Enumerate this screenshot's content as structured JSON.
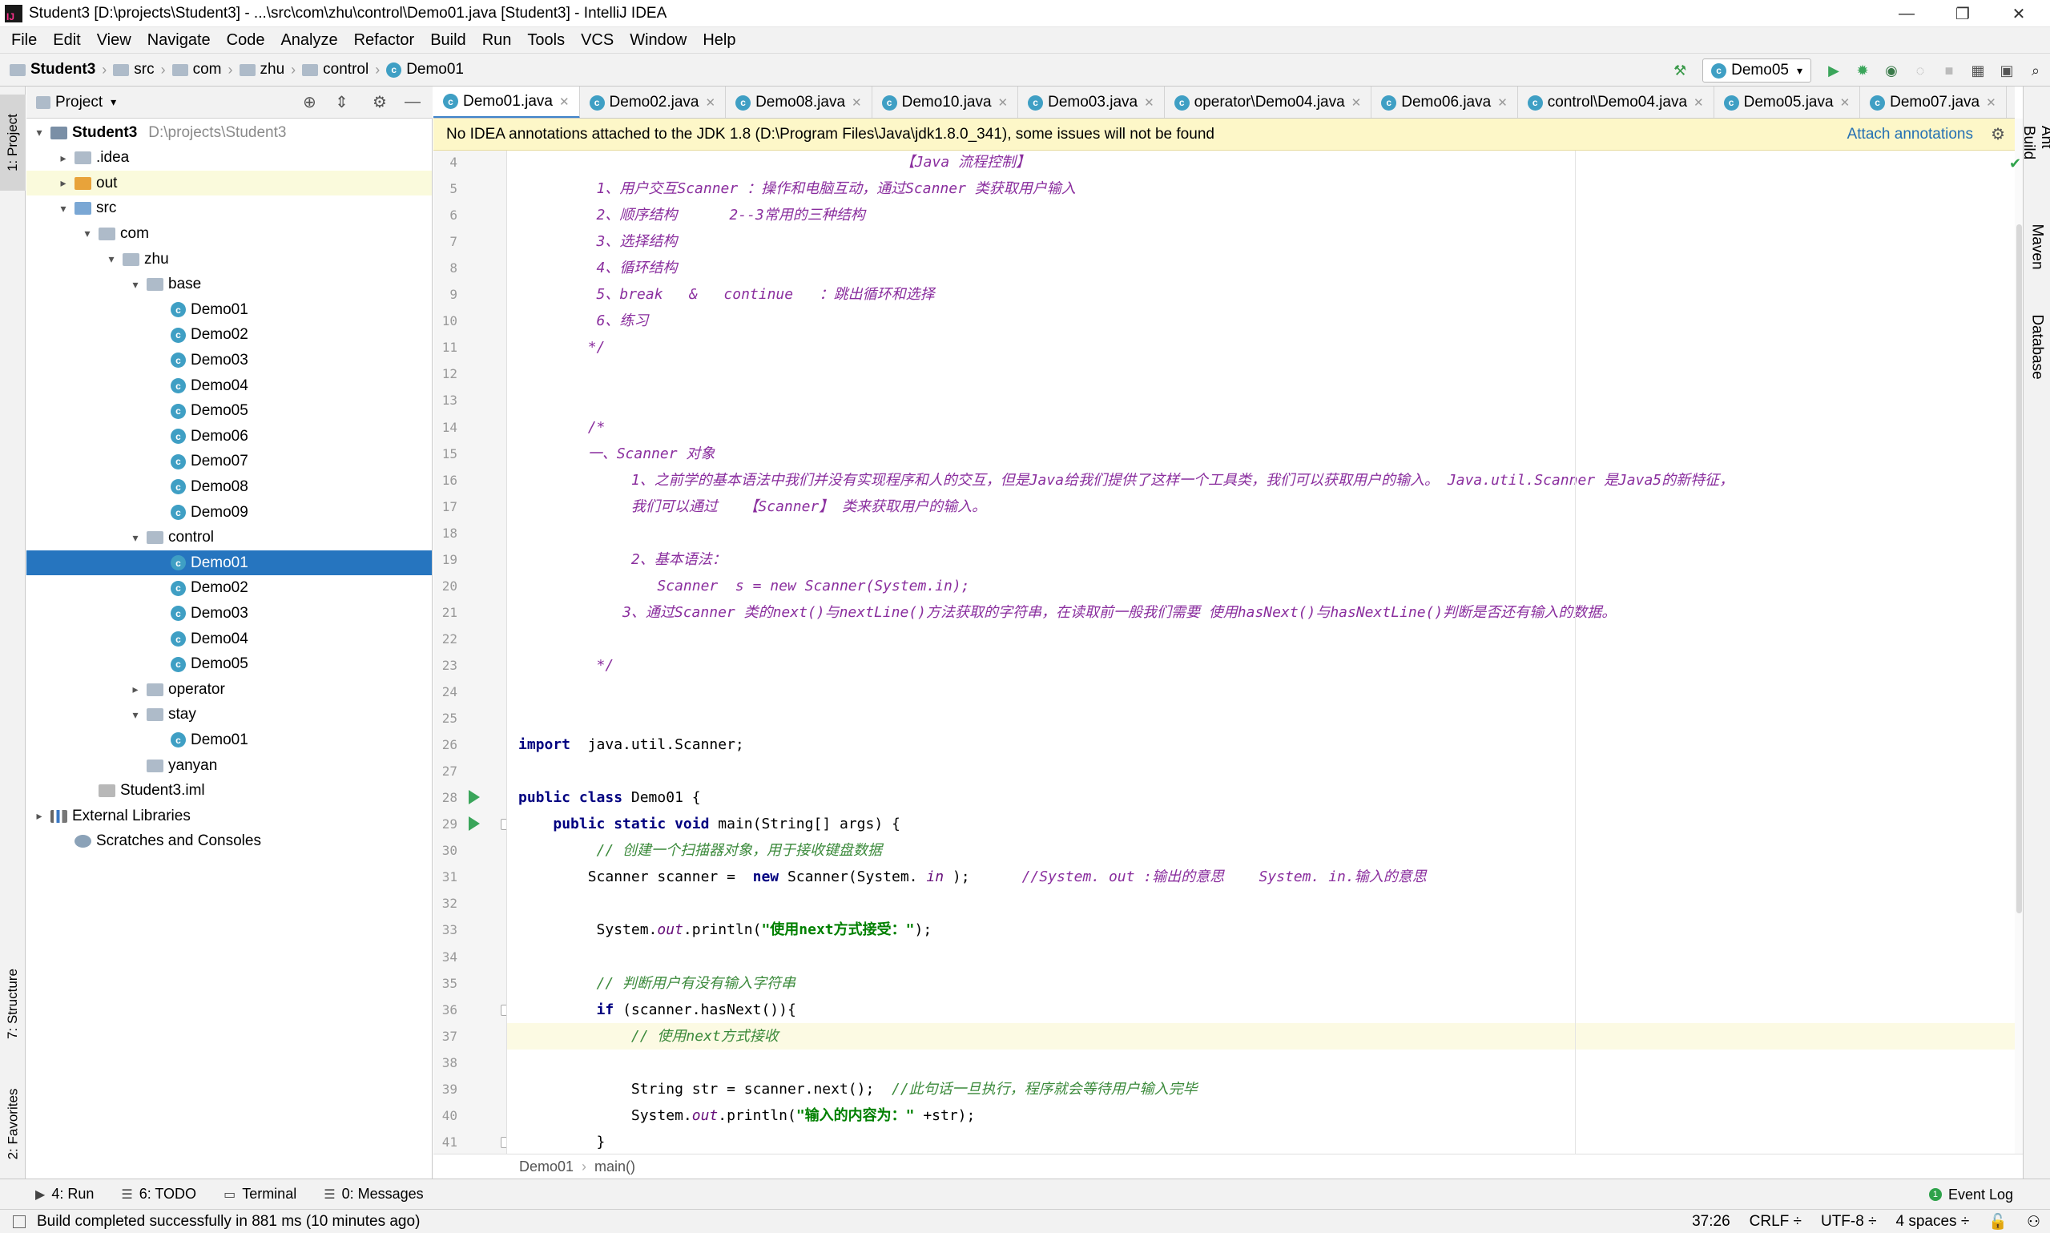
{
  "window": {
    "title": "Student3 [D:\\projects\\Student3] - ...\\src\\com\\zhu\\control\\Demo01.java [Student3] - IntelliJ IDEA",
    "minimize": "—",
    "maximize": "❐",
    "close": "✕"
  },
  "menu": [
    "File",
    "Edit",
    "View",
    "Navigate",
    "Code",
    "Analyze",
    "Refactor",
    "Build",
    "Run",
    "Tools",
    "VCS",
    "Window",
    "Help"
  ],
  "breadcrumb": [
    "Student3",
    "src",
    "com",
    "zhu",
    "control",
    "Demo01"
  ],
  "toolbar": {
    "run_config": "Demo05"
  },
  "left_tabs": {
    "project": "1: Project",
    "structure": "7: Structure",
    "favorites": "2: Favorites"
  },
  "right_tabs": {
    "ant": "Ant Build",
    "maven": "Maven",
    "database": "Database"
  },
  "project_panel": {
    "title": "Project"
  },
  "tree": [
    {
      "label": "Student3",
      "path": "D:\\projects\\Student3",
      "indent": 0,
      "arrow": "▾",
      "icon": "module",
      "bold": true
    },
    {
      "label": ".idea",
      "indent": 1,
      "arrow": "▸",
      "icon": "folder"
    },
    {
      "label": "out",
      "indent": 1,
      "arrow": "▸",
      "icon": "orange",
      "hl": true
    },
    {
      "label": "src",
      "indent": 1,
      "arrow": "▾",
      "icon": "blue"
    },
    {
      "label": "com",
      "indent": 2,
      "arrow": "▾",
      "icon": "folder"
    },
    {
      "label": "zhu",
      "indent": 3,
      "arrow": "▾",
      "icon": "folder"
    },
    {
      "label": "base",
      "indent": 4,
      "arrow": "▾",
      "icon": "folder"
    },
    {
      "label": "Demo01",
      "indent": 5,
      "icon": "class"
    },
    {
      "label": "Demo02",
      "indent": 5,
      "icon": "class"
    },
    {
      "label": "Demo03",
      "indent": 5,
      "icon": "class"
    },
    {
      "label": "Demo04",
      "indent": 5,
      "icon": "class"
    },
    {
      "label": "Demo05",
      "indent": 5,
      "icon": "class"
    },
    {
      "label": "Demo06",
      "indent": 5,
      "icon": "class"
    },
    {
      "label": "Demo07",
      "indent": 5,
      "icon": "class"
    },
    {
      "label": "Demo08",
      "indent": 5,
      "icon": "class"
    },
    {
      "label": "Demo09",
      "indent": 5,
      "icon": "class"
    },
    {
      "label": "control",
      "indent": 4,
      "arrow": "▾",
      "icon": "folder"
    },
    {
      "label": "Demo01",
      "indent": 5,
      "icon": "class",
      "selected": true
    },
    {
      "label": "Demo02",
      "indent": 5,
      "icon": "class"
    },
    {
      "label": "Demo03",
      "indent": 5,
      "icon": "class"
    },
    {
      "label": "Demo04",
      "indent": 5,
      "icon": "class"
    },
    {
      "label": "Demo05",
      "indent": 5,
      "icon": "class"
    },
    {
      "label": "operator",
      "indent": 4,
      "arrow": "▸",
      "icon": "folder"
    },
    {
      "label": "stay",
      "indent": 4,
      "arrow": "▾",
      "icon": "folder"
    },
    {
      "label": "Demo01",
      "indent": 5,
      "icon": "class"
    },
    {
      "label": "yanyan",
      "indent": 4,
      "icon": "folder"
    },
    {
      "label": "Student3.iml",
      "indent": 2,
      "icon": "iml"
    },
    {
      "label": "External Libraries",
      "indent": 0,
      "arrow": "▸",
      "icon": "lib"
    },
    {
      "label": "Scratches and Consoles",
      "indent": 1,
      "icon": "scratch"
    }
  ],
  "tabs": [
    {
      "label": "Demo01.java",
      "active": true
    },
    {
      "label": "Demo02.java"
    },
    {
      "label": "Demo08.java"
    },
    {
      "label": "Demo10.java"
    },
    {
      "label": "Demo03.java"
    },
    {
      "label": "operator\\Demo04.java"
    },
    {
      "label": "Demo06.java"
    },
    {
      "label": "control\\Demo04.java"
    },
    {
      "label": "Demo05.java"
    },
    {
      "label": "Demo07.java"
    }
  ],
  "banner": {
    "text": "No IDEA annotations attached to the JDK 1.8 (D:\\Program Files\\Java\\jdk1.8.0_341), some issues will not be found",
    "action": "Attach annotations"
  },
  "code_lines": [
    {
      "n": "4",
      "segs": [
        [
          "cm",
          "                                            【Java 流程控制】"
        ]
      ]
    },
    {
      "n": "5",
      "segs": [
        [
          "cm",
          "         1、用户交互Scanner ：操作和电脑互动，通过Scanner 类获取用户输入"
        ]
      ]
    },
    {
      "n": "6",
      "segs": [
        [
          "cm",
          "         2、顺序结构      2--3常用的三种结构"
        ]
      ]
    },
    {
      "n": "7",
      "segs": [
        [
          "cm",
          "         3、选择结构"
        ]
      ]
    },
    {
      "n": "8",
      "segs": [
        [
          "cm",
          "         4、循环结构"
        ]
      ]
    },
    {
      "n": "9",
      "segs": [
        [
          "cm",
          "         5、break   &   continue   ：跳出循环和选择"
        ]
      ]
    },
    {
      "n": "10",
      "segs": [
        [
          "cm",
          "         6、练习"
        ]
      ]
    },
    {
      "n": "11",
      "segs": [
        [
          "cm",
          "        */"
        ]
      ]
    },
    {
      "n": "12",
      "segs": []
    },
    {
      "n": "13",
      "segs": []
    },
    {
      "n": "14",
      "segs": [
        [
          "cm",
          "        /*"
        ]
      ]
    },
    {
      "n": "15",
      "segs": [
        [
          "cm",
          "        一、Scanner 对象"
        ]
      ]
    },
    {
      "n": "16",
      "segs": [
        [
          "cm",
          "             1、之前学的基本语法中我们并没有实现程序和人的交互，但是Java给我们提供了这样一个工具类，我们可以获取用户的输入。 Java.util.Scanner 是Java5的新特征，"
        ]
      ]
    },
    {
      "n": "17",
      "segs": [
        [
          "cm",
          "             我们可以通过   【Scanner】 类来获取用户的输入。"
        ]
      ]
    },
    {
      "n": "18",
      "segs": []
    },
    {
      "n": "19",
      "segs": [
        [
          "cm",
          "             2、基本语法："
        ]
      ]
    },
    {
      "n": "20",
      "segs": [
        [
          "cm",
          "                Scanner  s = new Scanner(System.in);"
        ]
      ]
    },
    {
      "n": "21",
      "segs": [
        [
          "cm",
          "            3、通过Scanner 类的next()与nextLine()方法获取的字符串，在读取前一般我们需要 使用hasNext()与hasNextLine()判断是否还有输入的数据。"
        ]
      ]
    },
    {
      "n": "22",
      "segs": []
    },
    {
      "n": "23",
      "segs": [
        [
          "cm",
          "         */"
        ]
      ]
    },
    {
      "n": "24",
      "segs": []
    },
    {
      "n": "25",
      "segs": []
    },
    {
      "n": "26",
      "segs": [
        [
          "kw",
          "import"
        ],
        [
          "",
          "  java.util.Scanner;"
        ]
      ]
    },
    {
      "n": "27",
      "segs": []
    },
    {
      "n": "28",
      "segs": [
        [
          "kw",
          "public class"
        ],
        [
          "",
          " Demo01 {"
        ]
      ],
      "run": true
    },
    {
      "n": "29",
      "segs": [
        [
          "",
          "    "
        ],
        [
          "kw",
          "public static void"
        ],
        [
          "",
          " main(String[] args) {"
        ]
      ],
      "run": true,
      "fold": true
    },
    {
      "n": "30",
      "segs": [
        [
          "cmg",
          "         // 创建一个扫描器对象，用于接收键盘数据"
        ]
      ]
    },
    {
      "n": "31",
      "segs": [
        [
          "",
          "        Scanner scanner =  "
        ],
        [
          "kw",
          "new"
        ],
        [
          "",
          " Scanner(System. "
        ],
        [
          "fld",
          "in"
        ],
        [
          "",
          " );      "
        ],
        [
          "cm",
          "//System. out :输出的意思    System. in.输入的意思"
        ]
      ]
    },
    {
      "n": "32",
      "segs": []
    },
    {
      "n": "33",
      "segs": [
        [
          "",
          "         System."
        ],
        [
          "fld",
          "out"
        ],
        [
          "",
          ".println("
        ],
        [
          "str",
          "\"使用next方式接受：\""
        ],
        [
          "",
          ");"
        ]
      ]
    },
    {
      "n": "34",
      "segs": []
    },
    {
      "n": "35",
      "segs": [
        [
          "cmg",
          "         // 判断用户有没有输入字符串"
        ]
      ]
    },
    {
      "n": "36",
      "segs": [
        [
          "",
          "         "
        ],
        [
          "kw",
          "if"
        ],
        [
          "",
          " (scanner.hasNext()){"
        ]
      ],
      "fold": true
    },
    {
      "n": "37",
      "segs": [
        [
          "cmg",
          "             // 使用next方式接收"
        ]
      ],
      "current": true
    },
    {
      "n": "38",
      "segs": []
    },
    {
      "n": "39",
      "segs": [
        [
          "",
          "             String str = scanner.next();  "
        ],
        [
          "cmg",
          "//此句话一旦执行，程序就会等待用户输入完毕"
        ]
      ]
    },
    {
      "n": "40",
      "segs": [
        [
          "",
          "             System."
        ],
        [
          "fld",
          "out"
        ],
        [
          "",
          ".println("
        ],
        [
          "str",
          "\"输入的内容为：\""
        ],
        [
          "",
          " +str);"
        ]
      ]
    },
    {
      "n": "41",
      "segs": [
        [
          "",
          "         }"
        ]
      ],
      "fold": true
    }
  ],
  "editor_breadcrumb": [
    "Demo01",
    "main()"
  ],
  "bottom_tools": [
    {
      "icon": "▶",
      "label": "4: Run"
    },
    {
      "icon": "☰",
      "label": "6: TODO"
    },
    {
      "icon": "▭",
      "label": "Terminal"
    },
    {
      "icon": "☰",
      "label": "0: Messages"
    }
  ],
  "event_log": "Event Log",
  "status": {
    "message": "Build completed successfully in 881 ms (10 minutes ago)",
    "position": "37:26",
    "line_sep": "CRLF ÷",
    "encoding": "UTF-8 ÷",
    "indent": "4 spaces ÷"
  },
  "colors": {
    "selection": "#2675bf",
    "accent": "#4083c9",
    "run_green": "#3aa55a",
    "comment_purple": "#8a2e9e"
  }
}
